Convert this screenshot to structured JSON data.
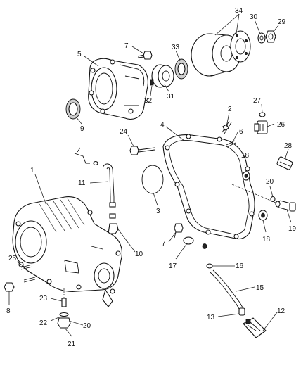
{
  "diagram": {
    "callouts": {
      "c1": "1",
      "c2": "2",
      "c3": "3",
      "c4": "4",
      "c5": "5",
      "c6": "6",
      "c7a": "7",
      "c7b": "7",
      "c8": "8",
      "c9": "9",
      "c10": "10",
      "c11": "11",
      "c12": "12",
      "c13": "13",
      "c15": "15",
      "c16": "16",
      "c17": "17",
      "c18a": "18",
      "c18b": "18",
      "c19": "19",
      "c20a": "20",
      "c20b": "20",
      "c21": "21",
      "c22": "22",
      "c23": "23",
      "c24": "24",
      "c25": "25",
      "c26": "26",
      "c27": "27",
      "c28": "28",
      "c29": "29",
      "c30": "30",
      "c31": "31",
      "c32": "32",
      "c33": "33",
      "c34": "34"
    }
  }
}
